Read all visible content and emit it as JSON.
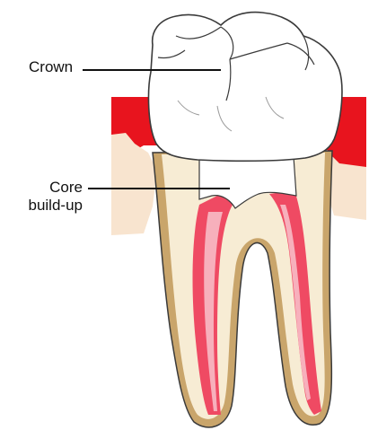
{
  "labels": {
    "crown": "Crown",
    "core_line1": "Core",
    "core_line2": "build-up"
  },
  "colors": {
    "gum": "#e8141e",
    "bone": "#f6ddc3",
    "root_outer": "#c8a46a",
    "dentin": "#f7ecd2",
    "pulp": "#ef4a63",
    "pulp_light": "#f6a7b4",
    "crown": "#ffffff",
    "outline": "#3a3a3a"
  }
}
